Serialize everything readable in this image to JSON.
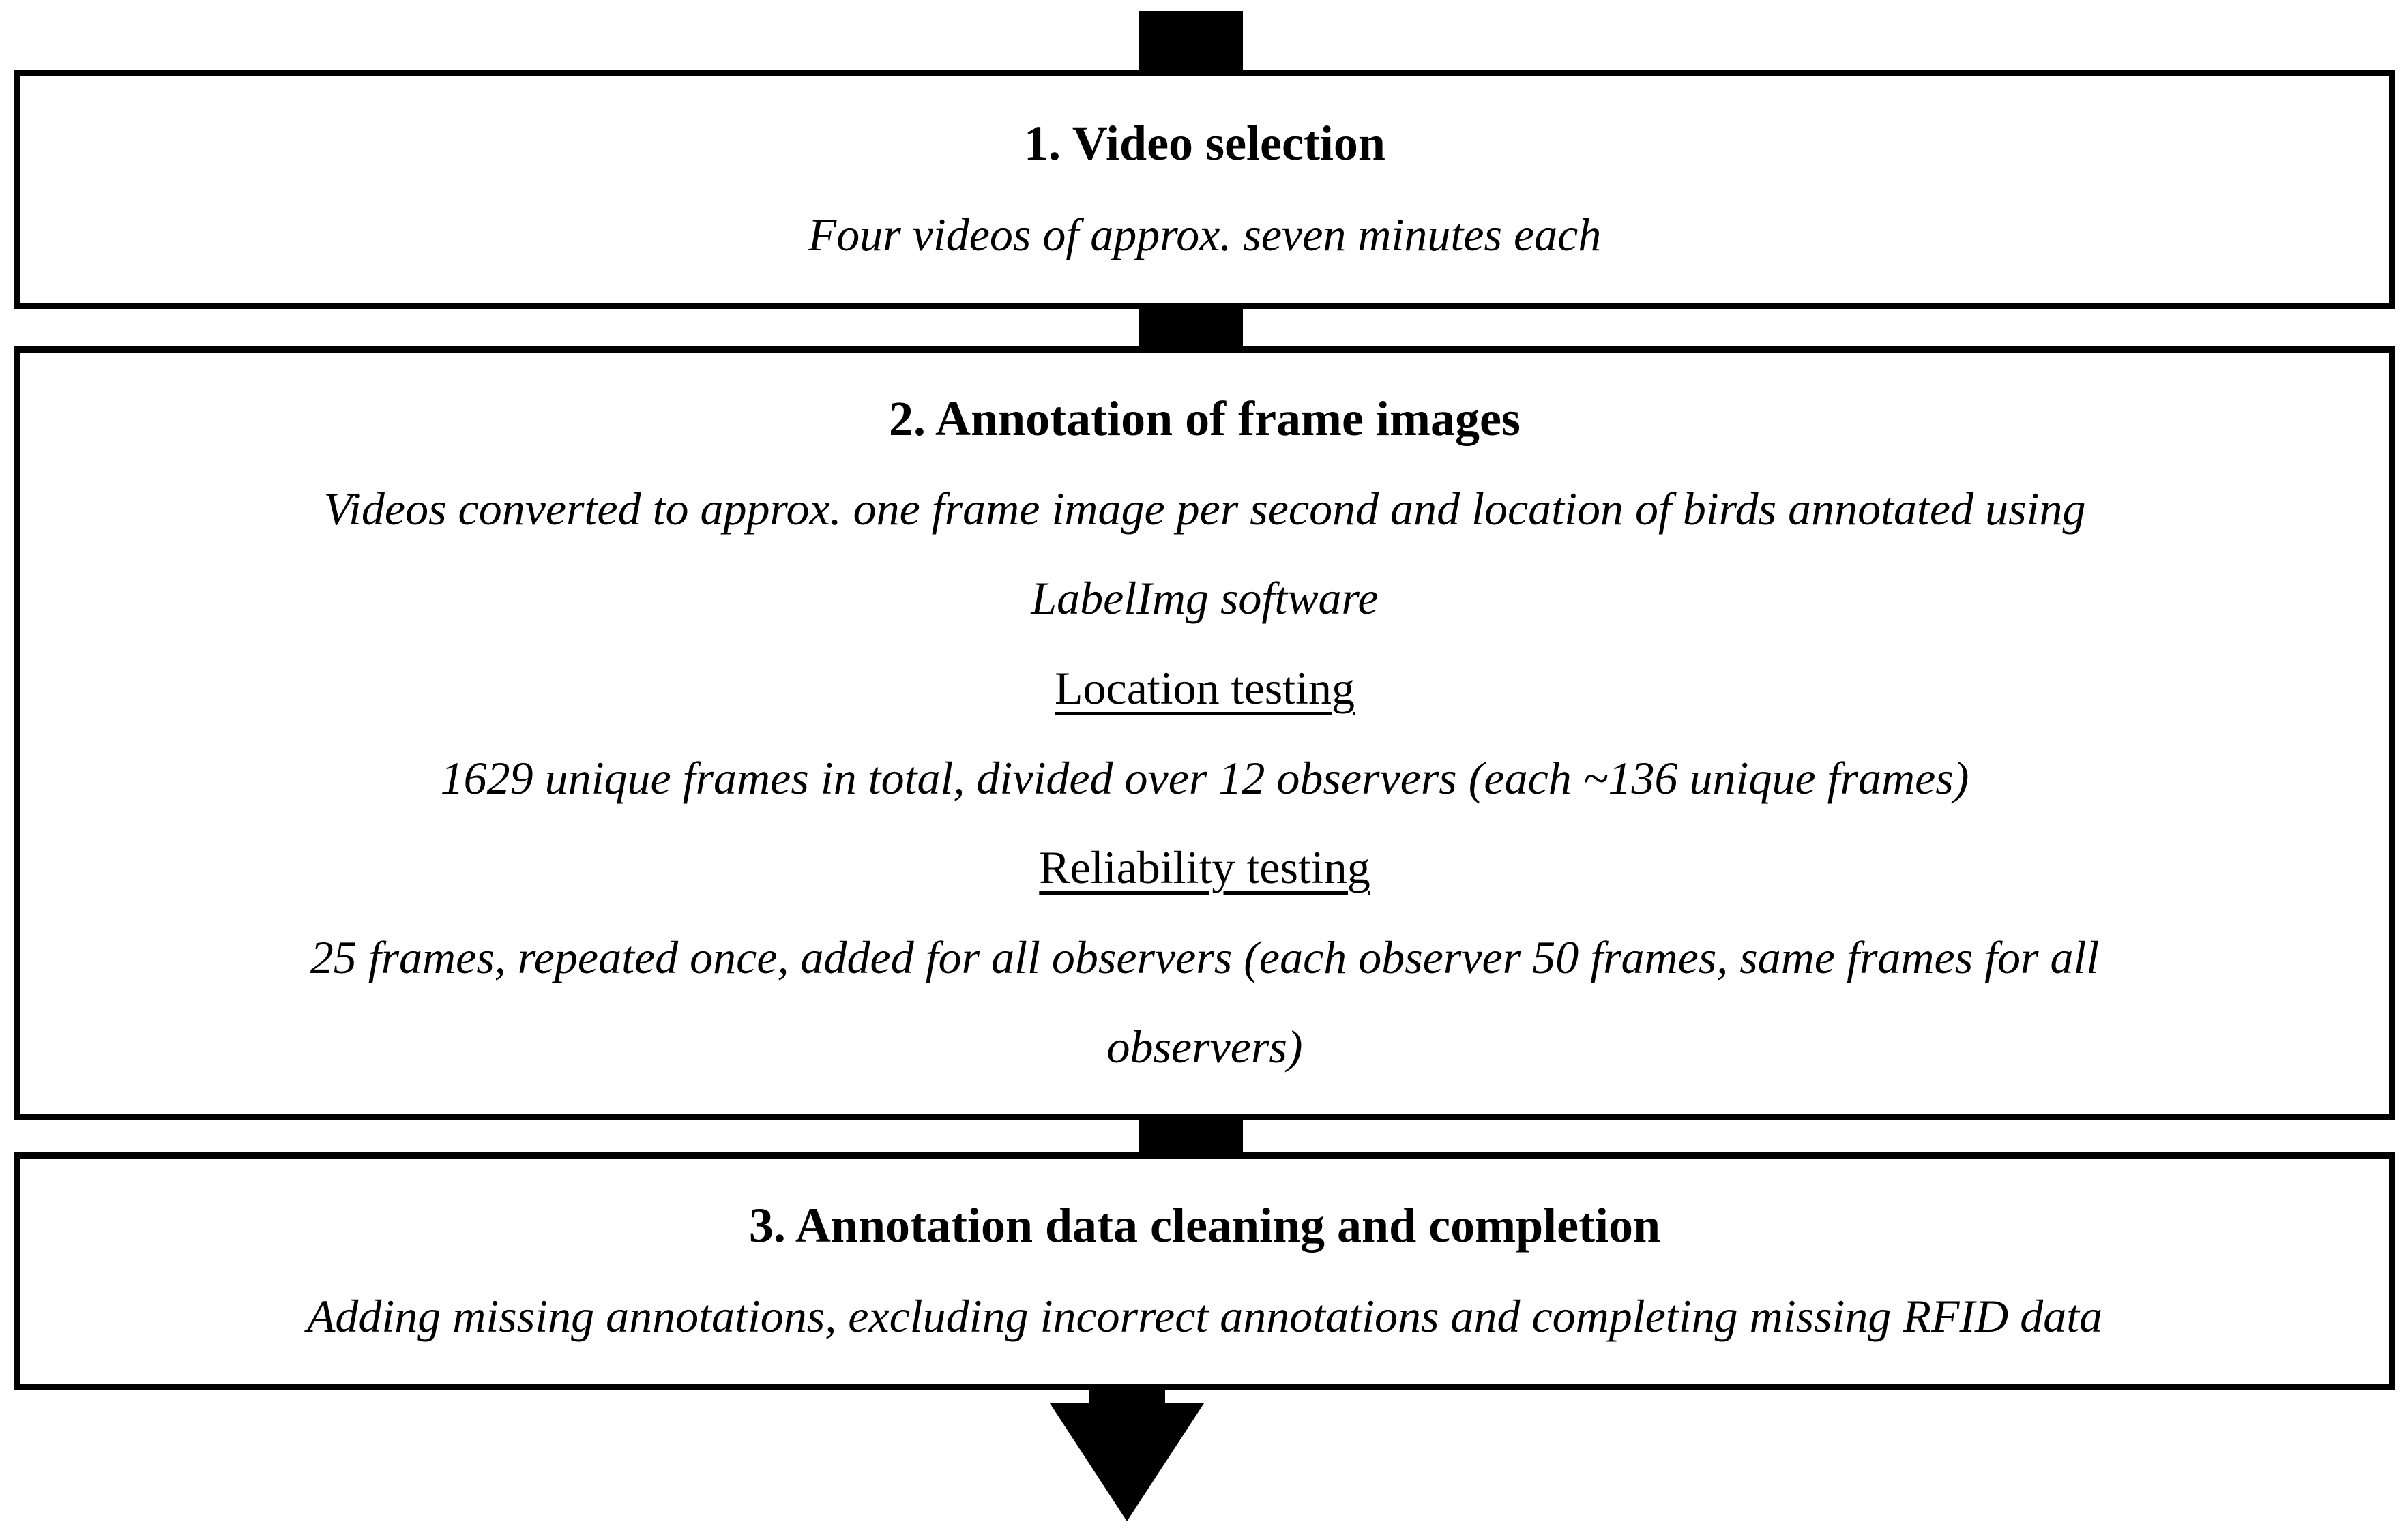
{
  "figure": {
    "type": "flowchart",
    "colors": {
      "background": "#ffffff",
      "border": "#000000",
      "arrow": "#000000",
      "text": "#000000"
    },
    "arrows": {
      "top_stub": "down-arrow-stub",
      "connector_1": "down-connector",
      "connector_2": "down-connector",
      "bottom": "large-down-arrow"
    },
    "boxes": [
      {
        "title": "1. Video selection",
        "lines": [
          {
            "text": "Four videos of approx. seven minutes each",
            "style": "italic"
          }
        ]
      },
      {
        "title": "2. Annotation of frame images",
        "lines": [
          {
            "text": "Videos converted to approx. one frame image per second and location of birds annotated using",
            "style": "italic"
          },
          {
            "text": "LabelImg software",
            "style": "italic"
          },
          {
            "text": "Location testing",
            "style": "underline"
          },
          {
            "text": "1629 unique frames in total, divided over 12 observers (each ~136 unique frames)",
            "style": "italic"
          },
          {
            "text": "Reliability testing",
            "style": "underline"
          },
          {
            "text": "25 frames, repeated once, added for all observers (each observer 50 frames, same frames for all",
            "style": "italic"
          },
          {
            "text": "observers)",
            "style": "italic"
          }
        ]
      },
      {
        "title": "3. Annotation data cleaning and completion",
        "lines": [
          {
            "text": "Adding missing annotations, excluding incorrect annotations and completing missing RFID data",
            "style": "italic"
          }
        ]
      }
    ]
  }
}
